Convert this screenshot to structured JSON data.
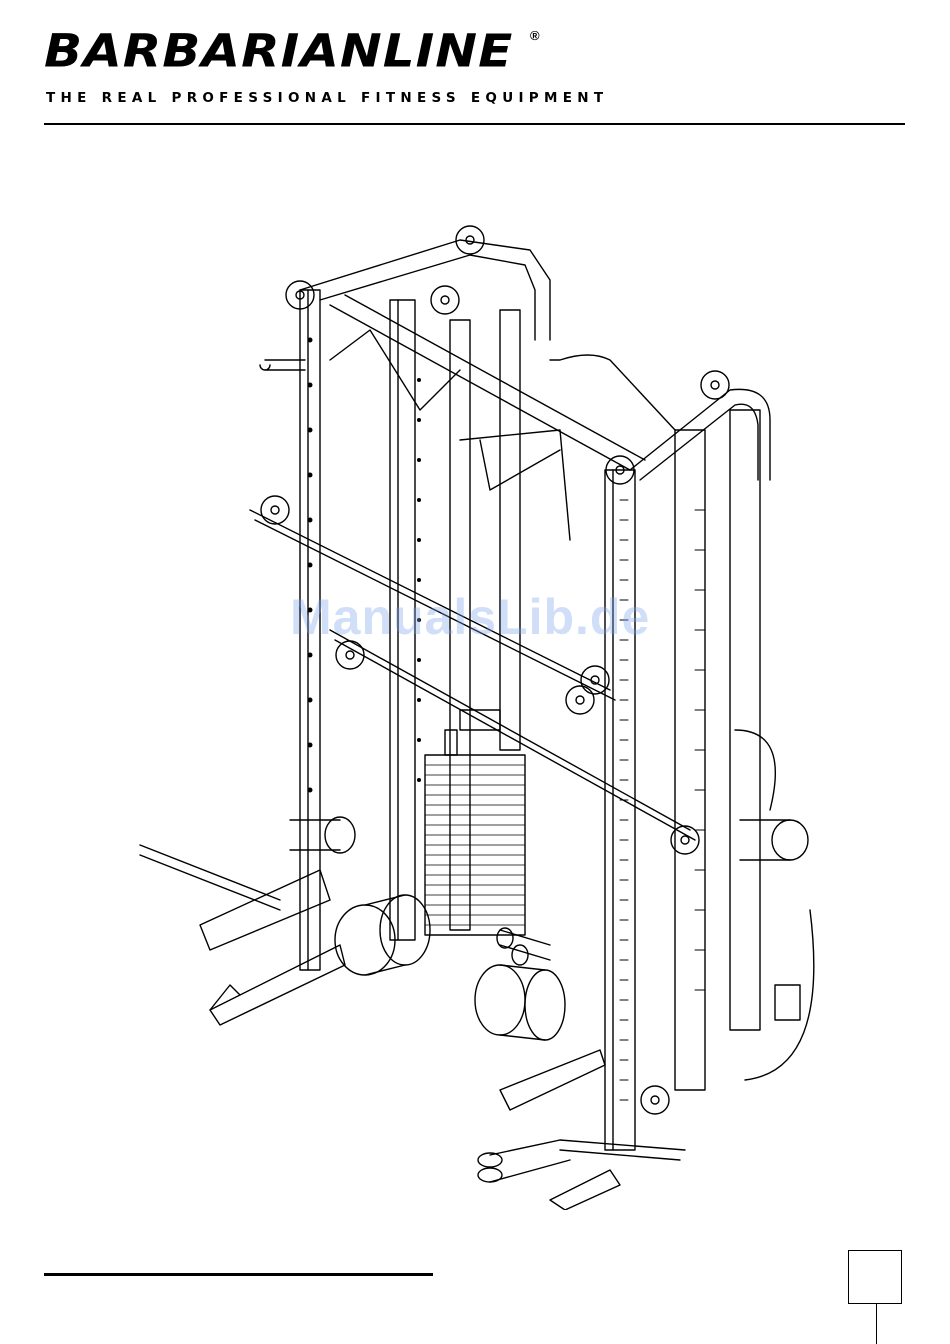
{
  "header": {
    "brand_name": "BARBARIANLINE",
    "registered_mark": "®",
    "tagline": "THE REAL PROFESSIONAL FITNESS EQUIPMENT"
  },
  "illustration": {
    "subject": "multi-station fitness rack line drawing"
  },
  "watermark": {
    "text": "ManualsLib.de"
  },
  "footer": {
    "page_number": ""
  }
}
